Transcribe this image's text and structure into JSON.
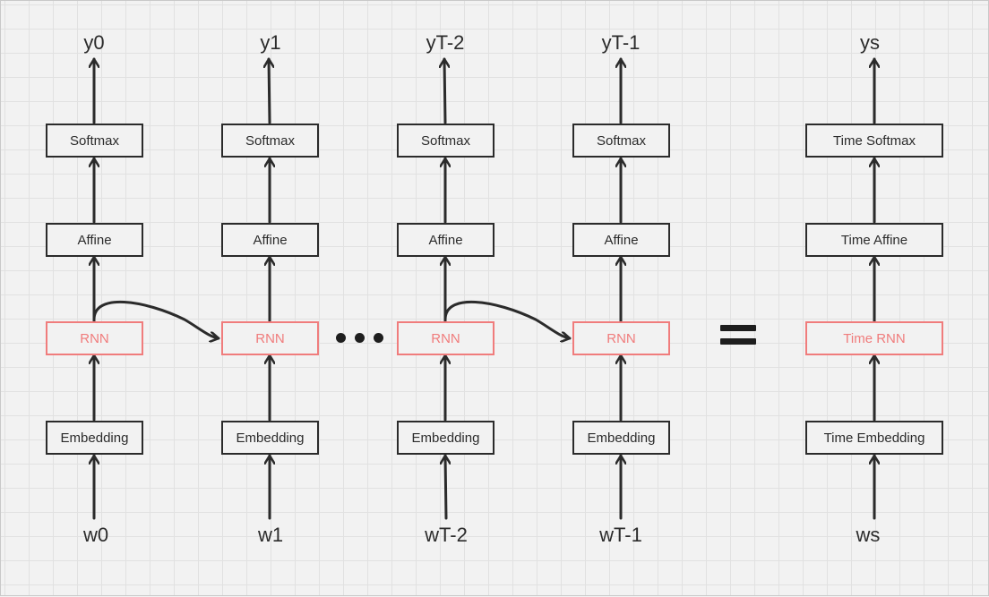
{
  "columns": [
    {
      "output": "y0",
      "input": "w0",
      "softmax": "Softmax",
      "affine": "Affine",
      "rnn": "RNN",
      "embedding": "Embedding"
    },
    {
      "output": "y1",
      "input": "w1",
      "softmax": "Softmax",
      "affine": "Affine",
      "rnn": "RNN",
      "embedding": "Embedding"
    },
    {
      "output": "yT-2",
      "input": "wT-2",
      "softmax": "Softmax",
      "affine": "Affine",
      "rnn": "RNN",
      "embedding": "Embedding"
    },
    {
      "output": "yT-1",
      "input": "wT-1",
      "softmax": "Softmax",
      "affine": "Affine",
      "rnn": "RNN",
      "embedding": "Embedding"
    }
  ],
  "time_column": {
    "output": "ys",
    "input": "ws",
    "softmax": "Time Softmax",
    "affine": "Time Affine",
    "rnn": "Time RNN",
    "embedding": "Time Embedding"
  },
  "colors": {
    "stroke": "#2b2b2b",
    "rnn_accent": "#f07c7c",
    "background": "#f2f2f2",
    "grid": "#e1e1e1"
  }
}
